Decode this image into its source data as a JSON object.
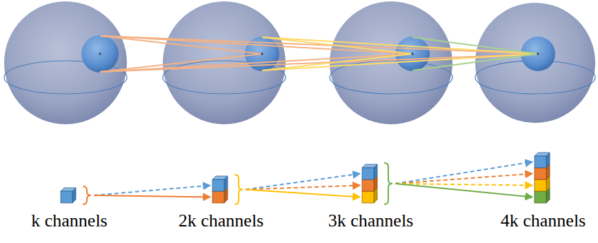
{
  "diagram": {
    "nodes": [
      {
        "text": [
          "k channels"
        ]
      },
      {
        "text": [
          "2k channels"
        ]
      },
      {
        "text": [
          "3k channels"
        ]
      },
      {
        "text": [
          "4k channels"
        ]
      }
    ],
    "edges": [
      {
        "from": 0,
        "to": 1,
        "arrow": "to"
      },
      {
        "from": 0,
        "to": 1,
        "arrow": "to"
      },
      {
        "from": 1,
        "to": 2,
        "arrow": "to"
      },
      {
        "from": 1,
        "to": 2,
        "arrow": "to"
      },
      {
        "from": 1,
        "to": 2,
        "arrow": "to"
      },
      {
        "from": 2,
        "to": 3,
        "arrow": "to"
      },
      {
        "from": 2,
        "to": 3,
        "arrow": "to"
      },
      {
        "from": 2,
        "to": 3,
        "arrow": "to"
      },
      {
        "from": 2,
        "to": 3,
        "arrow": "to"
      }
    ]
  }
}
